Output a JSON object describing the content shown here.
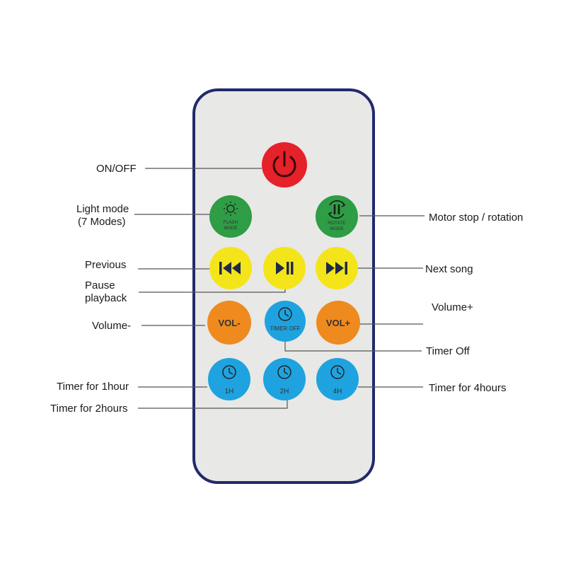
{
  "remote": {
    "body_color": "#e8e8e6",
    "outline_color": "#22296b",
    "buttons": {
      "power": {
        "color": "#e5212a",
        "icon": "power-icon"
      },
      "flash_mode": {
        "color": "#2e9d45",
        "icon": "sun-icon",
        "label_line1": "FLASH",
        "label_line2": "MODE"
      },
      "rotate_mode": {
        "color": "#2e9d45",
        "icon": "rotate-pause-icon",
        "label_line1": "ROTATE",
        "label_line2": "MODE"
      },
      "previous": {
        "color": "#f4e51b",
        "icon": "skip-previous-icon"
      },
      "play_pause": {
        "color": "#f4e51b",
        "icon": "play-pause-icon"
      },
      "next": {
        "color": "#f4e51b",
        "icon": "skip-next-icon"
      },
      "vol_minus": {
        "color": "#ef8a1e",
        "label": "VOL-"
      },
      "timer_off": {
        "color": "#1ea3e0",
        "icon": "clock-icon",
        "label": "TIMER OFF"
      },
      "vol_plus": {
        "color": "#ef8a1e",
        "label": "VOL+"
      },
      "timer_1h": {
        "color": "#1ea3e0",
        "icon": "clock-icon",
        "label": "1H"
      },
      "timer_2h": {
        "color": "#1ea3e0",
        "icon": "clock-icon",
        "label": "2H"
      },
      "timer_4h": {
        "color": "#1ea3e0",
        "icon": "clock-icon",
        "label": "4H"
      }
    }
  },
  "callouts": {
    "on_off": "ON/OFF",
    "light_mode_line1": "Light mode",
    "light_mode_line2": "(7 Modes)",
    "motor": "Motor stop / rotation",
    "previous": "Previous",
    "next_song": "Next song",
    "pause_line1": "Pause",
    "pause_line2": "playback",
    "volume_plus": "Volume+",
    "volume_minus": "Volume-",
    "timer_off": "Timer Off",
    "timer_1hour": "Timer for 1hour",
    "timer_4hours": "Timer for 4hours",
    "timer_2hours": "Timer for 2hours"
  }
}
